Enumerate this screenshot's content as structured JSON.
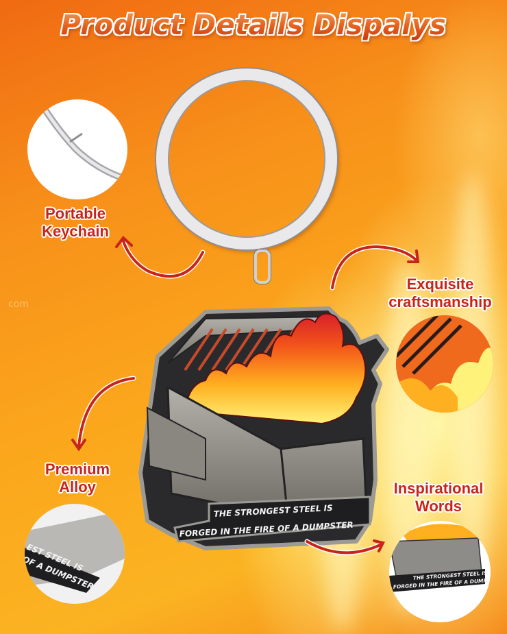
{
  "header": {
    "title": "Product Details Dispalys"
  },
  "features": [
    {
      "id": "keychain",
      "label_line1": "Portable",
      "label_line2": "Keychain",
      "detail": "close-up of split key ring bend"
    },
    {
      "id": "craftsmanship",
      "label_line1": "Exquisite",
      "label_line2": "craftsmanship",
      "detail": "close-up of enamel flames"
    },
    {
      "id": "alloy",
      "label_line1": "Premium",
      "label_line2": "Alloy",
      "detail": "close-up of metal edge"
    },
    {
      "id": "words",
      "label_line1": "Inspirational",
      "label_line2": "Words",
      "detail": "close-up of engraved slogan"
    }
  ],
  "product": {
    "slogan_line1": "THE STRONGEST STEEL IS",
    "slogan_line2": "FORGED IN THE FIRE OF A DUMPSTER"
  },
  "alloy_closeup": {
    "text_line1": "EST STEEL IS",
    "text_line2": "OF A DUMPSTER"
  },
  "watermark": "com",
  "colors": {
    "label_red": "#c8251a",
    "title_orange": "#e2561a",
    "background_orange": "#f7901a",
    "flame_yellow": "#fff27a",
    "metal": "#8e8c88"
  }
}
